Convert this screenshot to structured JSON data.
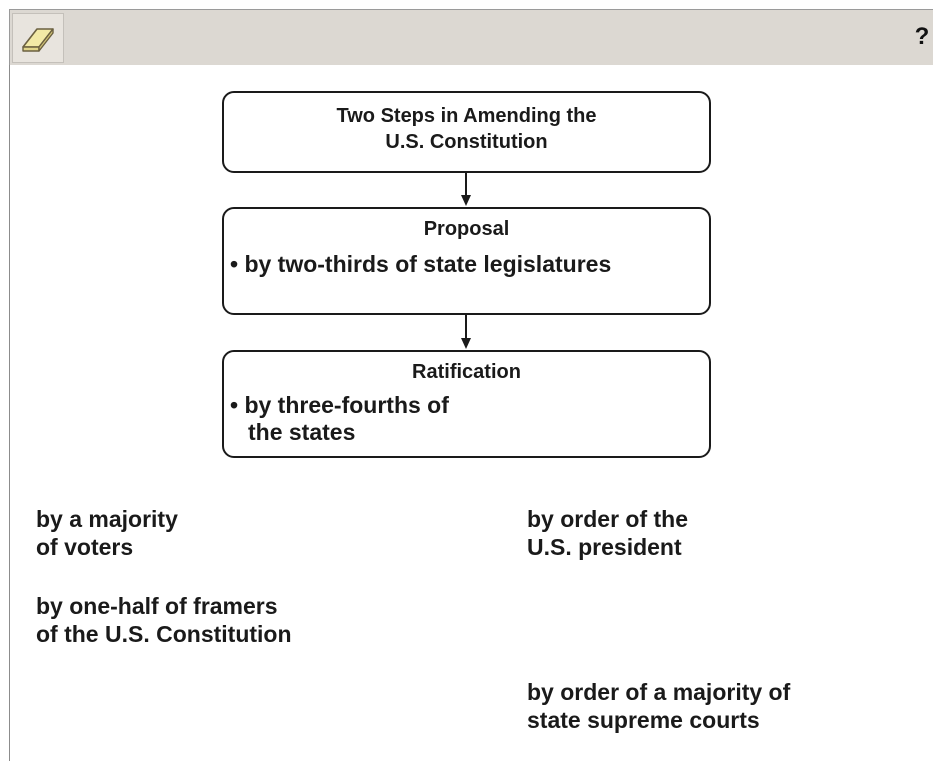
{
  "toolbar": {
    "eraser_icon": "eraser-icon",
    "help_label": "?"
  },
  "diagram": {
    "title_lines": [
      "Two Steps in Amending the",
      "U.S. Constitution"
    ],
    "proposal": {
      "heading": "Proposal",
      "bullet_lines": [
        "• by two-thirds of state legislatures"
      ]
    },
    "ratification": {
      "heading": "Ratification",
      "bullet_lines": [
        "• by three-fourths of",
        "the states"
      ]
    }
  },
  "choices": [
    {
      "lines": [
        "by a majority",
        "of voters"
      ]
    },
    {
      "lines": [
        "by one-half of framers",
        "of the U.S. Constitution"
      ]
    },
    {
      "lines": [
        "by order of the",
        "U.S. president"
      ]
    },
    {
      "lines": [
        "by order of a majority of",
        "state supreme courts"
      ]
    }
  ],
  "colors": {
    "toolbar_bg": "#dcd8d2",
    "box_border": "#1a1a1a",
    "text": "#1a1a1a",
    "eraser_fill": "#f2e9a6"
  }
}
